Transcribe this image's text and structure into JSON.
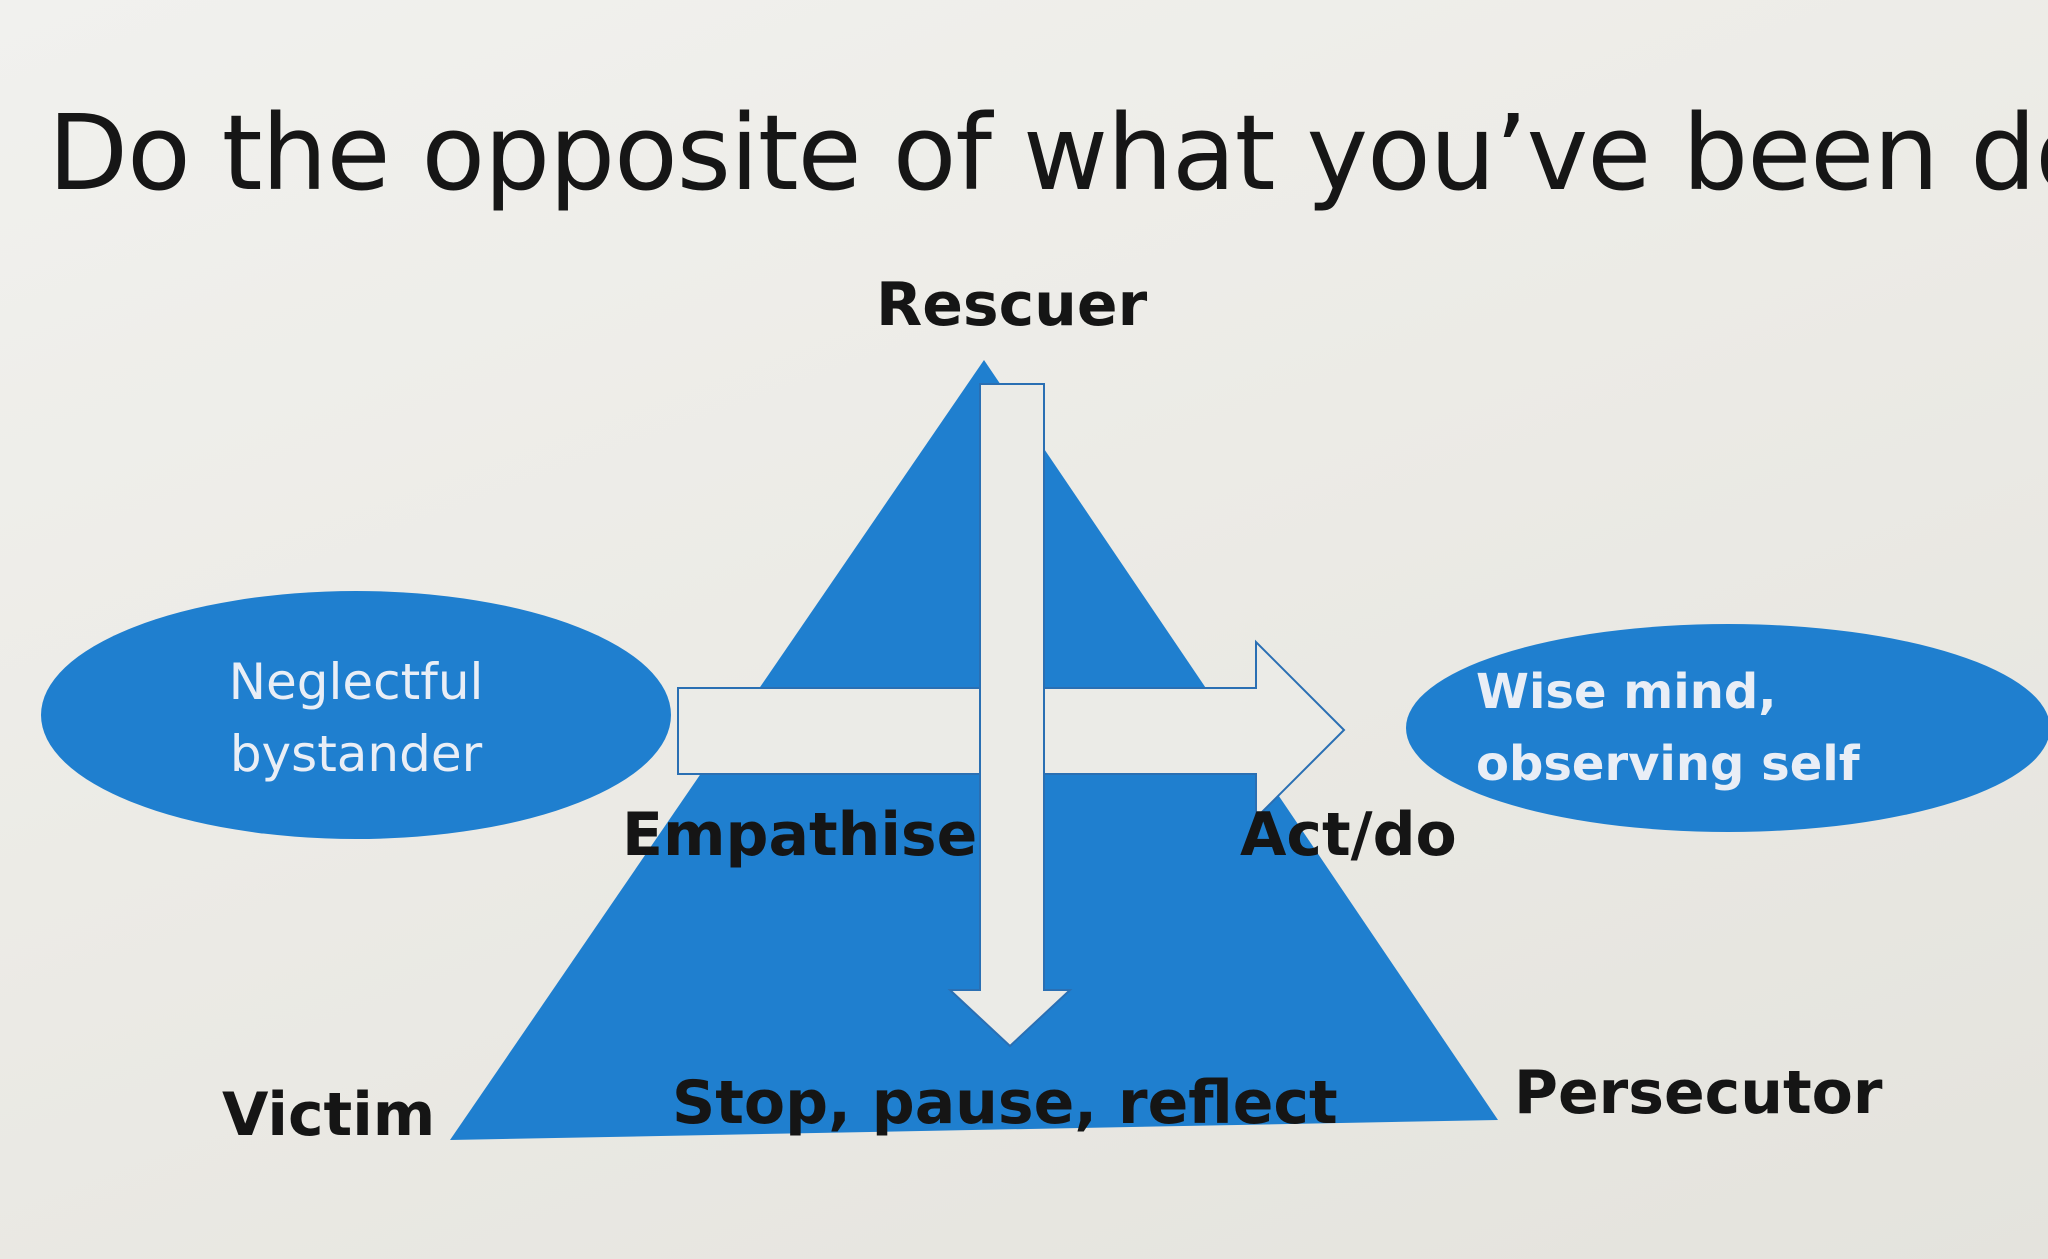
{
  "slide": {
    "title": "Do the opposite of what you’ve been doing!"
  },
  "roles": {
    "rescuer": "Rescuer",
    "victim": "Victim",
    "persecutor": "Persecutor"
  },
  "ellipses": {
    "left": [
      "Neglectful",
      "bystander"
    ],
    "right": [
      "Wise mind,",
      "observing self"
    ]
  },
  "actions": {
    "empathise": "Empathise",
    "act_do": "Act/do",
    "stop": "Stop, pause, reflect"
  },
  "colors": {
    "shape_blue": "#1f7fcf",
    "arrow_fill": "#ebebe7",
    "background": "#eeede9",
    "text": "#151515"
  }
}
